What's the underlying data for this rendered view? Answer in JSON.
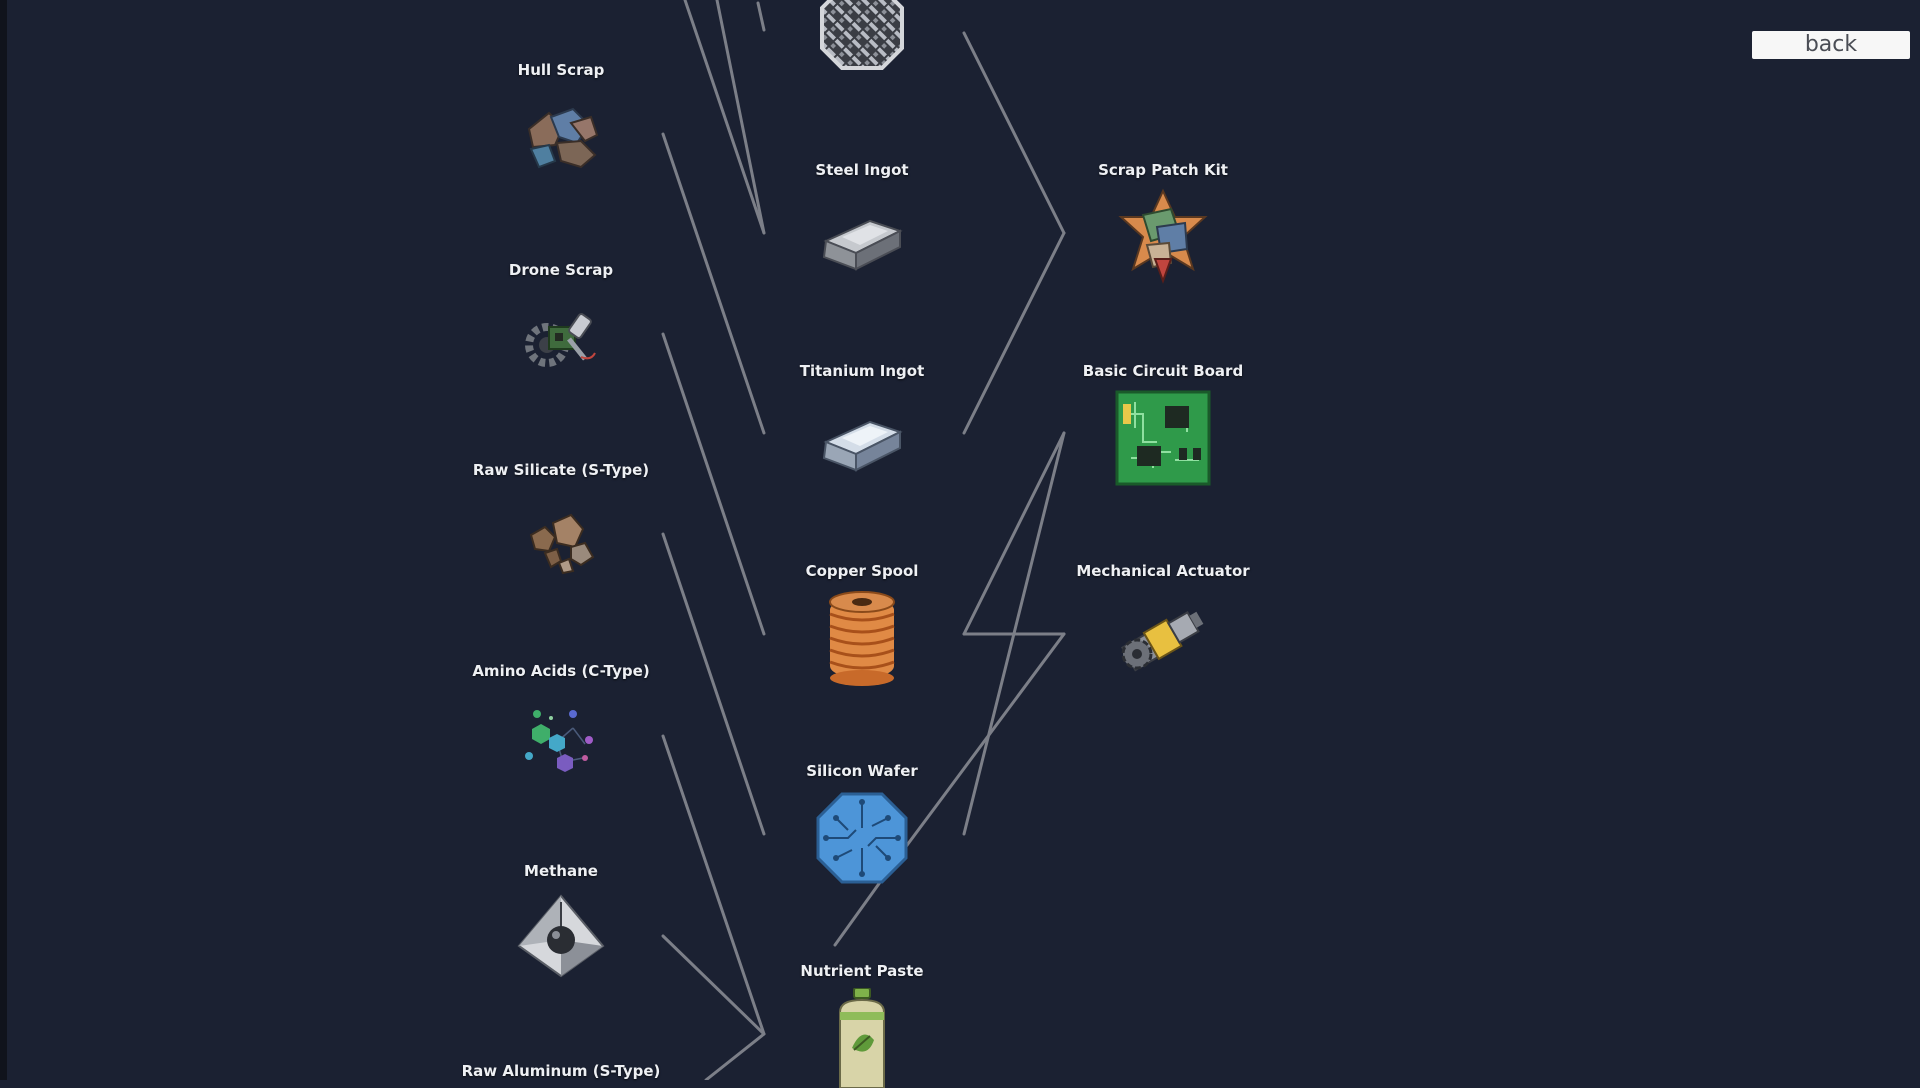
{
  "back_button": {
    "label": "back"
  },
  "inputs": [
    {
      "label": "Hull Scrap",
      "icon": "hull-scrap-icon"
    },
    {
      "label": "Drone Scrap",
      "icon": "drone-scrap-icon"
    },
    {
      "label": "Raw Silicate (S-Type)",
      "icon": "raw-silicate-icon"
    },
    {
      "label": "Amino Acids (C-Type)",
      "icon": "amino-acids-icon"
    },
    {
      "label": "Methane",
      "icon": "methane-icon"
    },
    {
      "label": "Raw Aluminum (S-Type)",
      "icon": "raw-aluminum-icon"
    }
  ],
  "intermediates": [
    {
      "label": "",
      "icon": "woven-plate-icon"
    },
    {
      "label": "Steel Ingot",
      "icon": "steel-ingot-icon"
    },
    {
      "label": "Titanium Ingot",
      "icon": "titanium-ingot-icon"
    },
    {
      "label": "Copper Spool",
      "icon": "copper-spool-icon"
    },
    {
      "label": "Silicon Wafer",
      "icon": "silicon-wafer-icon"
    },
    {
      "label": "Nutrient Paste",
      "icon": "nutrient-paste-icon"
    }
  ],
  "products": [
    {
      "label": "Scrap Patch Kit",
      "icon": "scrap-patch-kit-icon"
    },
    {
      "label": "Basic Circuit Board",
      "icon": "basic-circuit-board-icon"
    },
    {
      "label": "Mechanical Actuator",
      "icon": "mechanical-actuator-icon"
    }
  ]
}
